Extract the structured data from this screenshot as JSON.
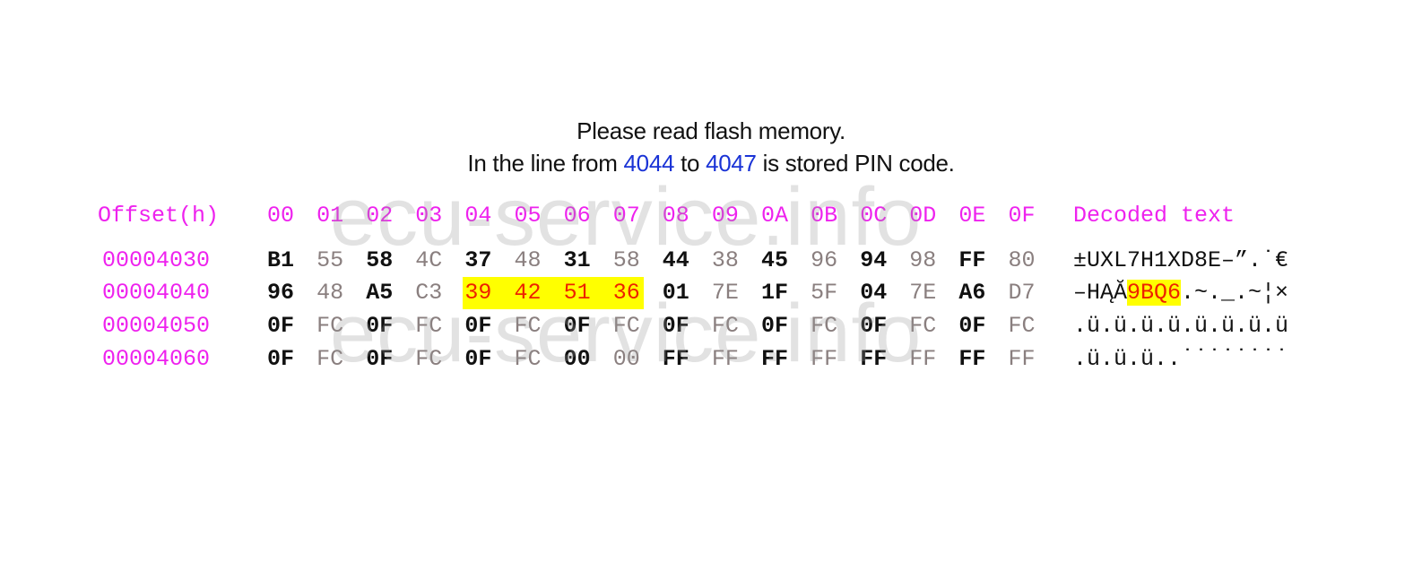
{
  "caption": {
    "line1": "Please read flash memory.",
    "line2_prefix": "In the line from ",
    "line2_from": "4044",
    "line2_mid": " to ",
    "line2_to": "4047",
    "line2_suffix": " is stored PIN code."
  },
  "colors": {
    "header": "#ee22ee",
    "highlight_bg": "#ffff00",
    "highlight_text": "#ee2200",
    "link_blue": "#1a33d6"
  },
  "watermark": "ecu-service.info",
  "hex_view": {
    "offset_header": "Offset(h)",
    "columns": [
      "00",
      "01",
      "02",
      "03",
      "04",
      "05",
      "06",
      "07",
      "08",
      "09",
      "0A",
      "0B",
      "0C",
      "0D",
      "0E",
      "0F"
    ],
    "decoded_header": "Decoded text",
    "rows": [
      {
        "offset": "00004030",
        "bytes": [
          "B1",
          "55",
          "58",
          "4C",
          "37",
          "48",
          "31",
          "58",
          "44",
          "38",
          "45",
          "96",
          "94",
          "98",
          "FF",
          "80"
        ],
        "decoded_pre": "±UXL7H1XD8E–”.˙€",
        "decoded_hl": "",
        "decoded_post": ""
      },
      {
        "offset": "00004040",
        "bytes": [
          "96",
          "48",
          "A5",
          "C3",
          "39",
          "42",
          "51",
          "36",
          "01",
          "7E",
          "1F",
          "5F",
          "04",
          "7E",
          "A6",
          "D7"
        ],
        "decoded_pre": "–HĄĂ",
        "decoded_hl": "9BQ6",
        "decoded_post": ".~._.~¦×"
      },
      {
        "offset": "00004050",
        "bytes": [
          "0F",
          "FC",
          "0F",
          "FC",
          "0F",
          "FC",
          "0F",
          "FC",
          "0F",
          "FC",
          "0F",
          "FC",
          "0F",
          "FC",
          "0F",
          "FC"
        ],
        "decoded_pre": ".ü.ü.ü.ü.ü.ü.ü.ü",
        "decoded_hl": "",
        "decoded_post": ""
      },
      {
        "offset": "00004060",
        "bytes": [
          "0F",
          "FC",
          "0F",
          "FC",
          "0F",
          "FC",
          "00",
          "00",
          "FF",
          "FF",
          "FF",
          "FF",
          "FF",
          "FF",
          "FF",
          "FF"
        ],
        "decoded_pre": ".ü.ü.ü..˙˙˙˙˙˙˙˙",
        "decoded_hl": "",
        "decoded_post": ""
      }
    ],
    "highlight": {
      "row": 1,
      "from_col": 4,
      "to_col": 7,
      "pin": "9BQ6"
    }
  }
}
